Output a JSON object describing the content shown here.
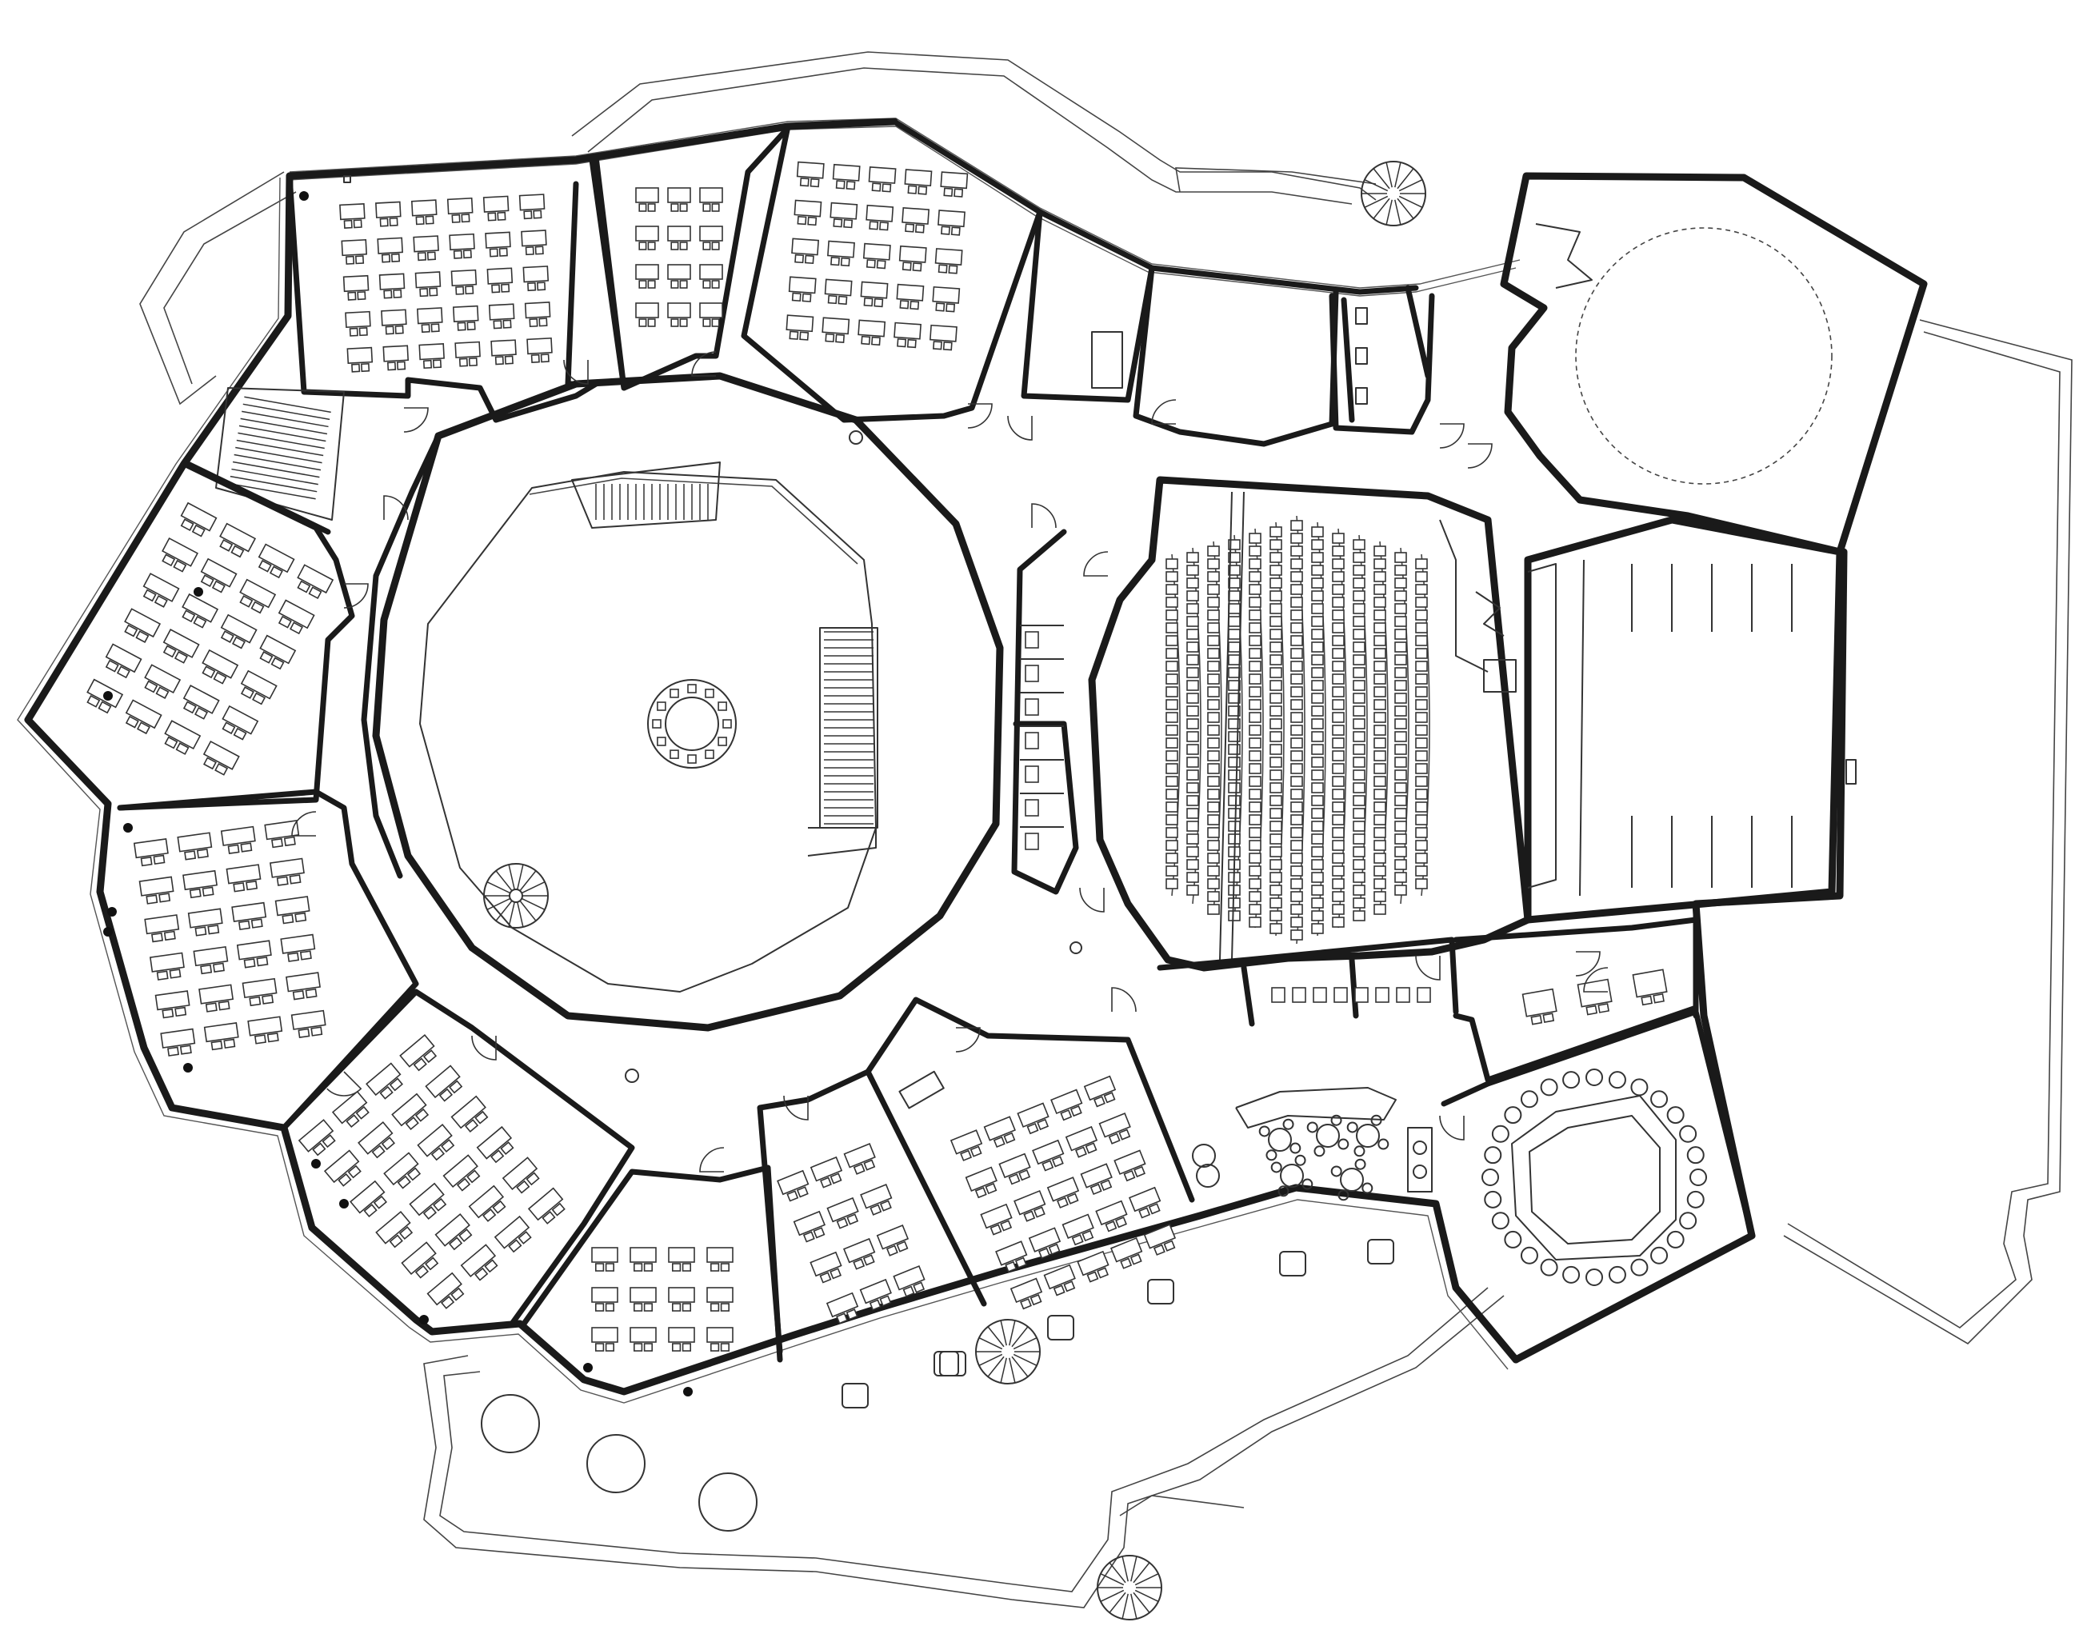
{
  "drawing": {
    "type": "architectural-floor-plan",
    "background": "#ffffff",
    "line_color": "#1a1a1a",
    "text_labels": []
  },
  "areas": [
    {
      "key": "central-atrium",
      "icon": "octagon-void"
    },
    {
      "key": "auditorium",
      "icon": "tiered-seating"
    },
    {
      "key": "stage",
      "icon": "stage-floor"
    },
    {
      "key": "round-hall",
      "icon": "circle-platform"
    },
    {
      "key": "conference-room",
      "icon": "conference-table"
    },
    {
      "key": "cafe",
      "icon": "round-tables"
    },
    {
      "key": "classrooms",
      "icon": "desk-rows"
    },
    {
      "key": "toilets",
      "icon": "wc"
    },
    {
      "key": "spiral-stairs",
      "icon": "spiral-stair"
    },
    {
      "key": "terrace",
      "icon": "round-planters"
    }
  ]
}
